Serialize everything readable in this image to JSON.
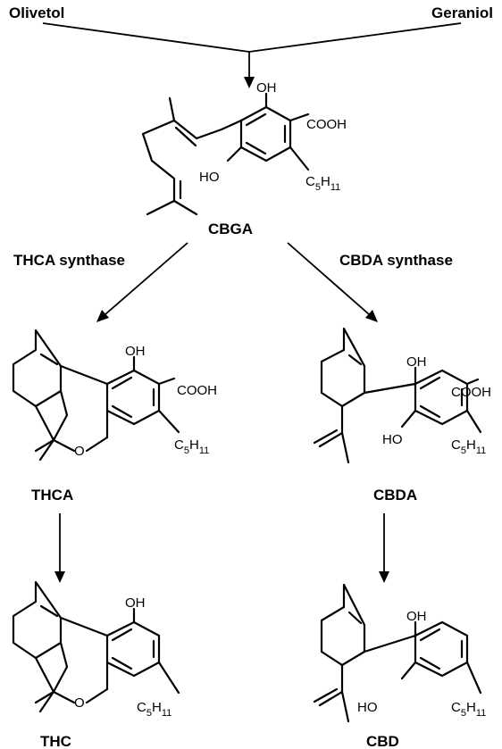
{
  "precursors": {
    "left": "Olivetol",
    "right": "Geraniol"
  },
  "enzymes": {
    "left": "THCA synthase",
    "right": "CBDA synthase"
  },
  "compounds": {
    "cbga": "CBGA",
    "thca": "THCA",
    "cbda": "CBDA",
    "thc": "THC",
    "cbd": "CBD"
  },
  "groups": {
    "oh": "OH",
    "ho": "HO",
    "cooh": "COOH",
    "o": "O",
    "c": "C",
    "h": "H",
    "c_sub": "5",
    "h_sub": "11"
  }
}
